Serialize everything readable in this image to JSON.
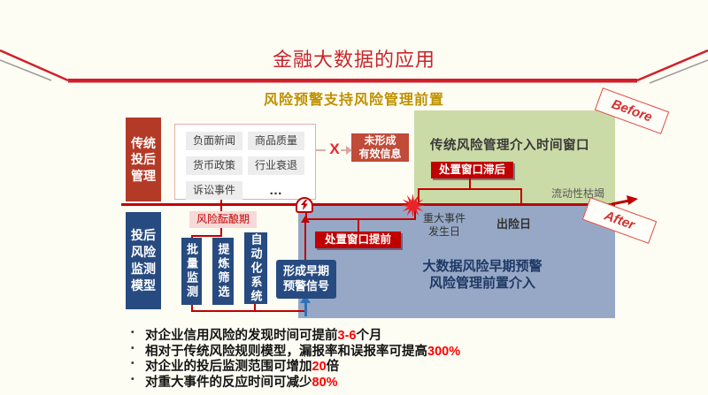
{
  "slide": {
    "title": "金融大数据的应用",
    "subtitle": "风险预警支持风险管理前置"
  },
  "colors": {
    "accent_red": "#C00000",
    "brick_red": "#B43A28",
    "dark_blue": "#274B80",
    "green_panel": "#CBDBA7",
    "gray_blue_panel": "#96A8C6",
    "gold": "#BF9000",
    "highlight_red": "#FF0000"
  },
  "traditional": {
    "side_label": "传统\n投后\n管理",
    "signals": [
      "负面新闻",
      "商品质量",
      "货币政策",
      "行业衰退",
      "诉讼事件",
      "…"
    ],
    "x_mark": "X",
    "no_valid_info": "未形成\n有效信息"
  },
  "green_panel": {
    "title": "传统风险管理介入时间窗口",
    "lag_chip": "处置窗口滞后",
    "liquidity_note": "流动性枯竭",
    "before_label": "Before"
  },
  "timeline_labels": {
    "major_event": "重大事件\n发生日",
    "risk_day": "出险日",
    "after_label": "After"
  },
  "model": {
    "side_label": "投后\n风险\n监测\n模型",
    "brewing_chip": "风险酝酿期",
    "pillars": [
      "批量监测",
      "提炼筛选",
      "自动化系统"
    ],
    "early_signal": "形成早期\n预警信号",
    "advance_chip": "处置窗口提前",
    "bigdata_panel": "大数据风险早期预警\n风险管理前置介入"
  },
  "icons": {
    "alarm": "alarm-bolt",
    "event_marker": "starburst",
    "timeline_end": "arrow-right"
  },
  "bullets": [
    {
      "prefix": "对企业信用风险的发现时间可提前",
      "highlight": "3-6",
      "suffix": "个月"
    },
    {
      "prefix": "相对于传统风险规则模型，漏报率和误报率可提高",
      "highlight": "300%",
      "suffix": ""
    },
    {
      "prefix": "对企业的投后监测范围可增加",
      "highlight": "20",
      "suffix": "倍"
    },
    {
      "prefix": "对重大事件的反应时间可减少",
      "highlight": "80%",
      "suffix": ""
    }
  ]
}
